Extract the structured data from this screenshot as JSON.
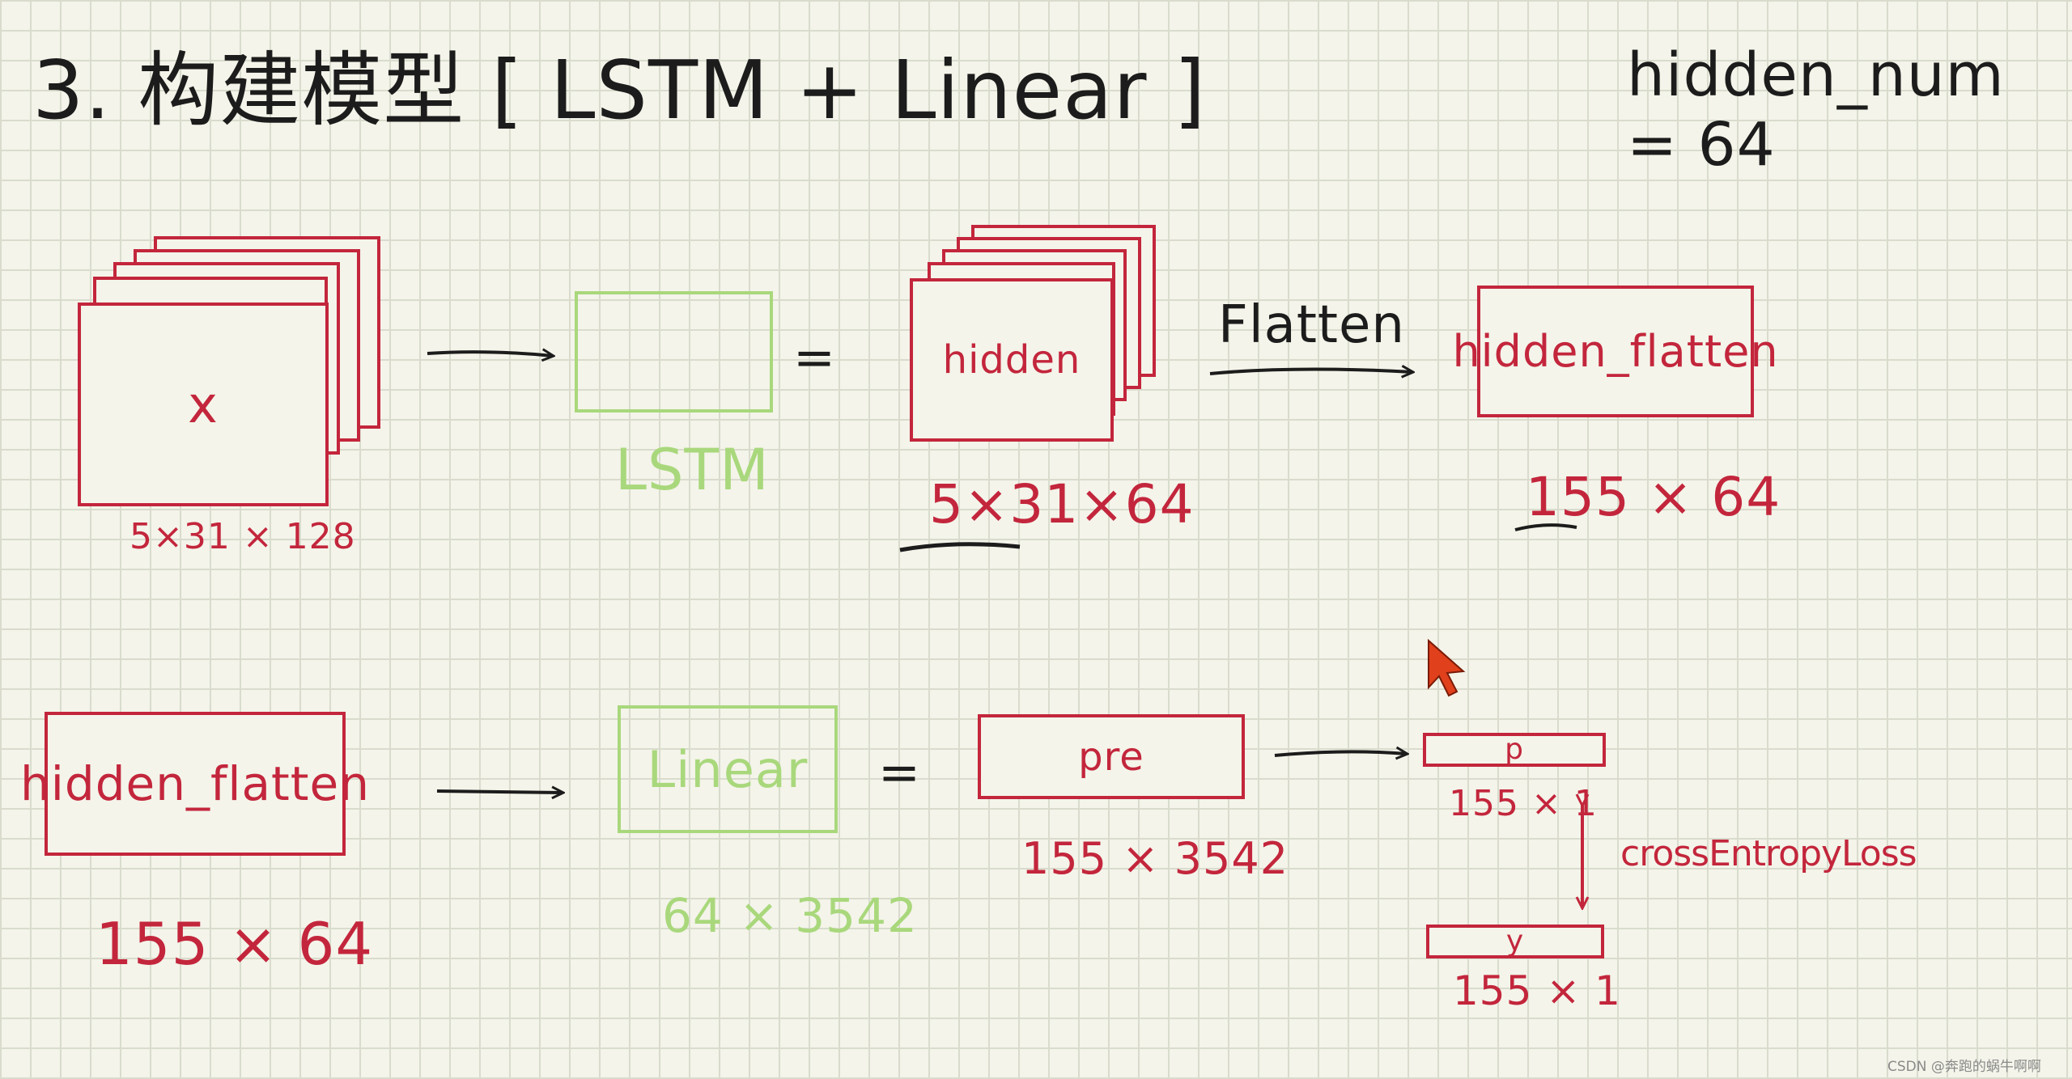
{
  "title": "3. 构建模型 [ LSTM + Linear ]",
  "hidden_num": "hidden_num = 64",
  "row1": {
    "input_label": "x",
    "input_dim": "5×31 × 128",
    "lstm_label": "LSTM",
    "equals": "=",
    "hidden_label": "hidden",
    "hidden_dim": "5×31×64",
    "flatten_label": "Flatten",
    "hidden_flatten_label": "hidden_flatten",
    "hidden_flatten_dim": "155 × 64"
  },
  "row2": {
    "hidden_flatten_label": "hidden_flatten",
    "hidden_flatten_dim": "155 × 64",
    "linear_label": "Linear",
    "linear_dim": "64 × 3542",
    "equals": "=",
    "pre_label": "pre",
    "pre_dim": "155 × 3542",
    "p_label": "p",
    "p_dim": "155 × 1",
    "loss_label": "crossEntropyLoss",
    "y_label": "y",
    "y_dim": "155 × 1"
  },
  "watermark": "CSDN @奔跑的蜗牛啊啊",
  "colors": {
    "red": "#c3263c",
    "green": "#a9d87c",
    "ink": "#1c1c1c",
    "cursor": "#e0401c"
  }
}
